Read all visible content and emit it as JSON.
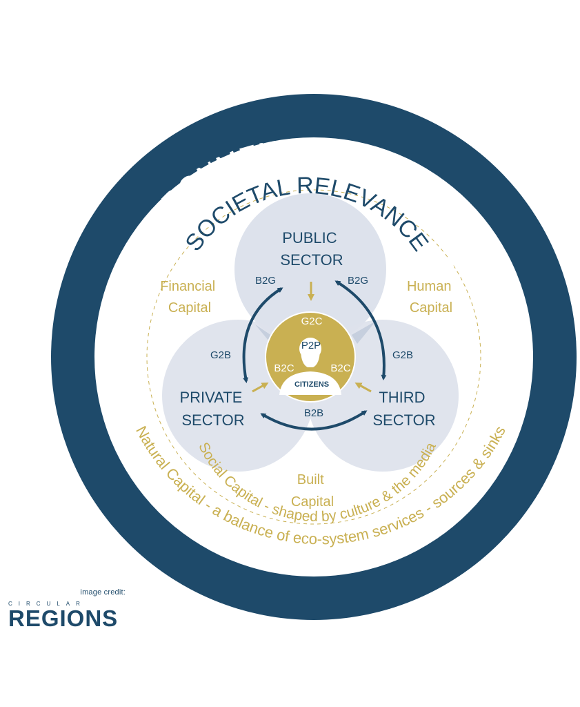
{
  "diagram": {
    "outer_ring_label": "ENVIRONMENTAL RELEVANCE",
    "inner_ring_label": "SOCIETAL RELEVANCE",
    "natural_capital_label": "Natural Capital - a balance of eco-system services - sources & sinks",
    "social_capital_label": "Social Capital - shaped by culture & the media",
    "capitals": {
      "financial": [
        "Financial",
        "Capital"
      ],
      "human": [
        "Human",
        "Capital"
      ],
      "built": [
        "Built",
        "Capital"
      ]
    },
    "sectors": {
      "public": [
        "PUBLIC",
        "SECTOR"
      ],
      "private": [
        "PRIVATE",
        "SECTOR"
      ],
      "third": [
        "THIRD",
        "SECTOR"
      ]
    },
    "relations": {
      "b2g_left": "B2G",
      "b2g_right": "B2G",
      "g2b_left": "G2B",
      "g2b_right": "G2B",
      "b2b": "B2B",
      "g2c": "G2C",
      "b2c_left": "B2C",
      "b2c_right": "B2C",
      "p2p": "P2P",
      "citizens": "CITIZENS"
    },
    "colors": {
      "dark_blue": "#1e4a6a",
      "gold": "#c9b052",
      "sector_fill": "#dde2ec",
      "white": "#ffffff"
    },
    "icons": [
      "person-icon",
      "arrow-icon"
    ]
  },
  "credit": {
    "label": "image credit:",
    "logo_top": "CIRCULAR",
    "logo_main": "REGIONS"
  }
}
